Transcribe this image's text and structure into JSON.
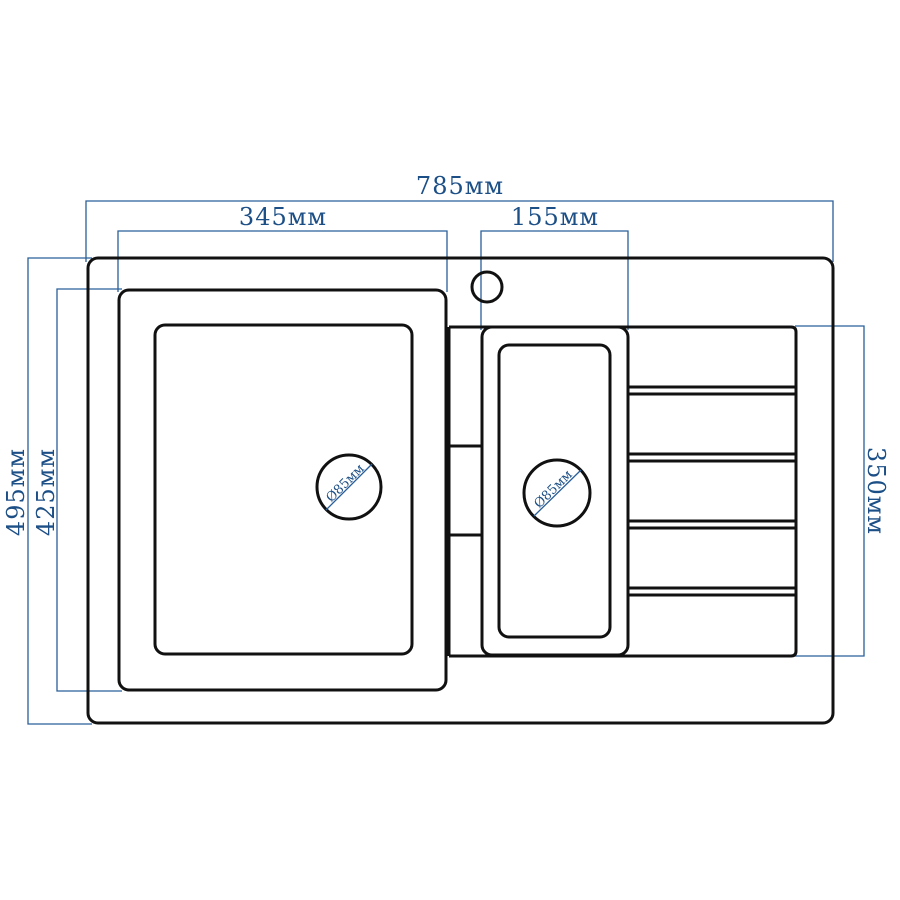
{
  "diagram": {
    "subject": "kitchen sink with main bowl, secondary bowl and drainer (top view)",
    "colors": {
      "outline": "#111111",
      "dimension": "#2a5f9a",
      "dimension_text": "#1c4f86",
      "background": "#ffffff"
    },
    "dimensions": {
      "overall_width": "785мм",
      "main_bowl_width": "345мм",
      "small_bowl_width": "155мм",
      "overall_depth": "495мм",
      "main_bowl_depth": "425мм",
      "drainer_depth": "350мм"
    },
    "drains": {
      "main_bowl_drain": "Ø85мм",
      "small_bowl_drain": "Ø85мм"
    },
    "components": {
      "tap_hole": "tap hole",
      "drainer_grooves": 4
    }
  }
}
